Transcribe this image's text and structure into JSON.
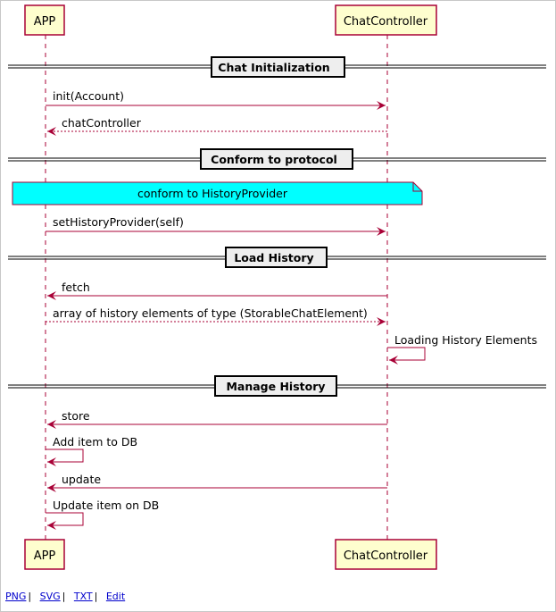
{
  "participants": {
    "app": "APP",
    "controller": "ChatController"
  },
  "dividers": {
    "chat_init": "Chat Initialization",
    "conform": "Conform to protocol",
    "load_history": "Load History",
    "manage_history": "Manage History"
  },
  "note": {
    "text": "conform to HistoryProvider",
    "color": "#00ffff"
  },
  "messages": {
    "init_account": "init(Account)",
    "chat_controller": "chatController",
    "set_history_provider": "setHistoryProvider(self)",
    "fetch": "fetch",
    "array_of_history": "array of history elements of type (StorableChatElement)",
    "loading_history": "Loading History Elements",
    "store": "store",
    "add_item": "Add item to DB",
    "update": "update",
    "update_item": "Update item on DB"
  },
  "colors": {
    "arrow": "#a80036",
    "participant_fill": "#fefece",
    "participant_border": "#a80036",
    "divider_fill": "#eeeeee"
  },
  "footer": {
    "png": "PNG",
    "svg": "SVG",
    "txt": "TXT",
    "edit": "Edit"
  }
}
